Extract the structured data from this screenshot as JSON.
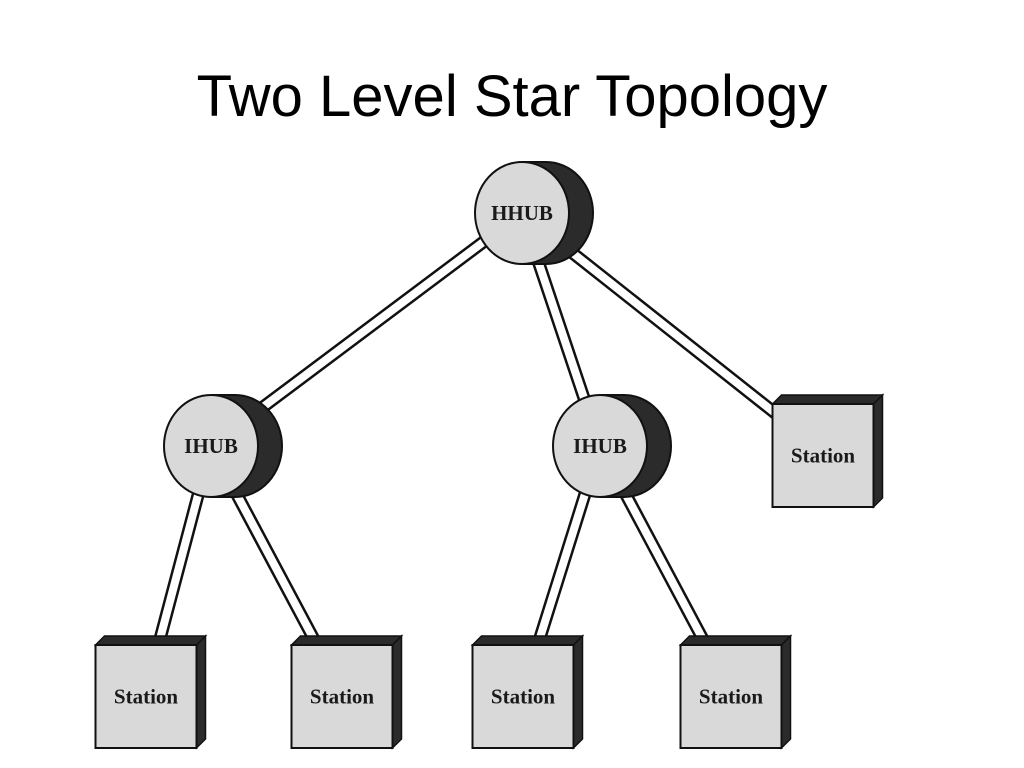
{
  "title": "Two Level Star Topology",
  "colors": {
    "background": "#ffffff",
    "node_fill": "#d9d9d9",
    "node_shadow": "#2b2b2b",
    "outline": "#111111"
  },
  "nodes": {
    "hhub": {
      "label": "HHUB",
      "kind": "hub"
    },
    "ihub_left": {
      "label": "IHUB",
      "kind": "hub"
    },
    "ihub_right": {
      "label": "IHUB",
      "kind": "hub"
    },
    "station_top_right": {
      "label": "Station",
      "kind": "station"
    },
    "station_1": {
      "label": "Station",
      "kind": "station"
    },
    "station_2": {
      "label": "Station",
      "kind": "station"
    },
    "station_3": {
      "label": "Station",
      "kind": "station"
    },
    "station_4": {
      "label": "Station",
      "kind": "station"
    }
  },
  "links": [
    {
      "from": "hhub",
      "to": "ihub_left"
    },
    {
      "from": "hhub",
      "to": "ihub_right"
    },
    {
      "from": "hhub",
      "to": "station_top_right"
    },
    {
      "from": "ihub_left",
      "to": "station_1"
    },
    {
      "from": "ihub_left",
      "to": "station_2"
    },
    {
      "from": "ihub_right",
      "to": "station_3"
    },
    {
      "from": "ihub_right",
      "to": "station_4"
    }
  ]
}
